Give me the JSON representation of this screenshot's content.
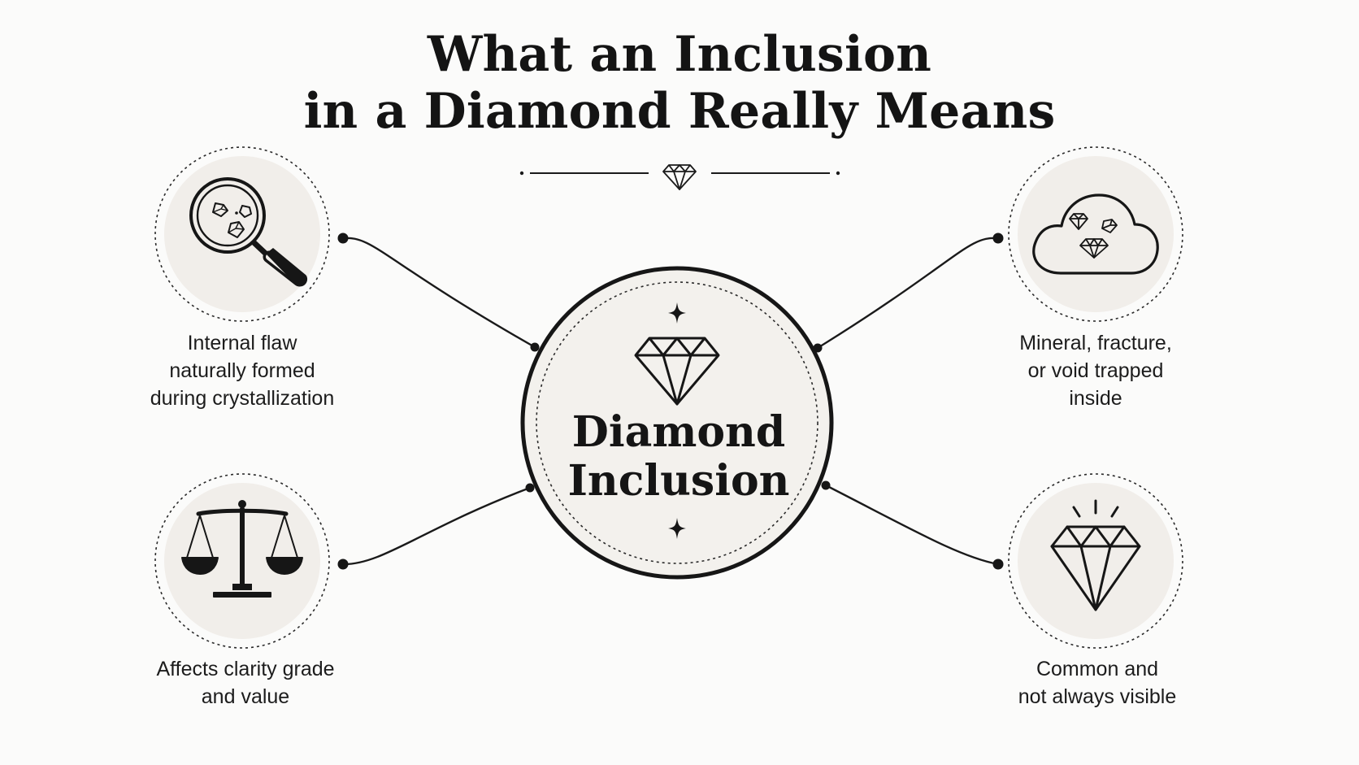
{
  "title": {
    "line1": "What an Inclusion",
    "line2": "in a Diamond Really Means"
  },
  "center": {
    "line1": "Diamond",
    "line2": "Inclusion"
  },
  "nodes": {
    "top_left": {
      "icon": "magnifier-icon",
      "line1": "Internal flaw",
      "line2": "naturally formed",
      "line3": "during crystallization"
    },
    "bottom_left": {
      "icon": "scales-icon",
      "line1": "Affects clarity grade",
      "line2": "and value"
    },
    "top_right": {
      "icon": "cloud-icon",
      "line1": "Mineral, fracture,",
      "line2": "or void trapped",
      "line3": "inside"
    },
    "bottom_right": {
      "icon": "diamond-sparkle-icon",
      "line1": "Common and",
      "line2": "not always visible"
    }
  },
  "colors": {
    "ink": "#161616",
    "circle_fill": "#f1eeea",
    "background": "#fbfbfa"
  }
}
